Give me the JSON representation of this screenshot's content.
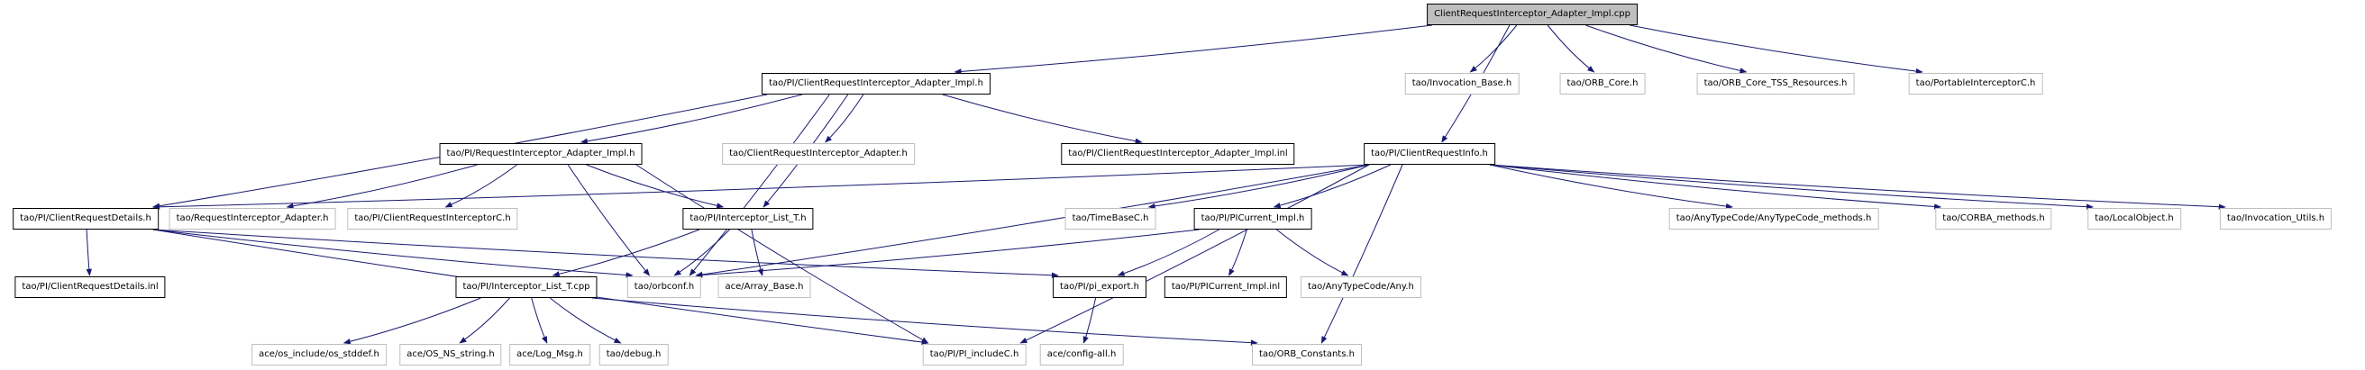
{
  "diagram": {
    "type": "include-dependency-graph",
    "root": "ClientRequestInterceptor_Adapter_Impl.cpp",
    "colors": {
      "edge": "#191970",
      "internal_border": "#000000",
      "external_border": "#bebebe",
      "root_fill": "#bfbfbf",
      "node_fill": "#ffffff",
      "background": "#ffffff"
    }
  },
  "nodes": [
    {
      "id": "n0",
      "label": "ClientRequestInterceptor_Adapter_Impl.cpp",
      "kind": "source-file"
    },
    {
      "id": "n1",
      "label": "tao/PI/ClientRequestInterceptor_Adapter_Impl.h",
      "kind": "internal-header"
    },
    {
      "id": "n2",
      "label": "tao/Invocation_Base.h",
      "kind": "external-header"
    },
    {
      "id": "n3",
      "label": "tao/ORB_Core.h",
      "kind": "external-header"
    },
    {
      "id": "n4",
      "label": "tao/ORB_Core_TSS_Resources.h",
      "kind": "external-header"
    },
    {
      "id": "n5",
      "label": "tao/PortableInterceptorC.h",
      "kind": "external-header"
    },
    {
      "id": "n6",
      "label": "tao/PI/RequestInterceptor_Adapter_Impl.h",
      "kind": "internal-header"
    },
    {
      "id": "n7",
      "label": "tao/ClientRequestInterceptor_Adapter.h",
      "kind": "external-header"
    },
    {
      "id": "n8",
      "label": "tao/PI/ClientRequestInterceptor_Adapter_Impl.inl",
      "kind": "internal-header"
    },
    {
      "id": "n9",
      "label": "tao/PI/ClientRequestInfo.h",
      "kind": "internal-header"
    },
    {
      "id": "n10",
      "label": "tao/PI/ClientRequestDetails.h",
      "kind": "internal-header"
    },
    {
      "id": "n11",
      "label": "tao/RequestInterceptor_Adapter.h",
      "kind": "external-header"
    },
    {
      "id": "n12",
      "label": "tao/PI/ClientRequestInterceptorC.h",
      "kind": "external-header"
    },
    {
      "id": "n13",
      "label": "tao/PI/Interceptor_List_T.h",
      "kind": "internal-header"
    },
    {
      "id": "n14",
      "label": "tao/TimeBaseC.h",
      "kind": "external-header"
    },
    {
      "id": "n15",
      "label": "tao/PI/PICurrent_Impl.h",
      "kind": "internal-header"
    },
    {
      "id": "n16",
      "label": "tao/AnyTypeCode/AnyTypeCode_methods.h",
      "kind": "external-header"
    },
    {
      "id": "n17",
      "label": "tao/CORBA_methods.h",
      "kind": "external-header"
    },
    {
      "id": "n18",
      "label": "tao/LocalObject.h",
      "kind": "external-header"
    },
    {
      "id": "n19",
      "label": "tao/Invocation_Utils.h",
      "kind": "external-header"
    },
    {
      "id": "n20",
      "label": "tao/PI/ClientRequestDetails.inl",
      "kind": "internal-header"
    },
    {
      "id": "n21",
      "label": "tao/PI/Interceptor_List_T.cpp",
      "kind": "internal-header"
    },
    {
      "id": "n22",
      "label": "tao/orbconf.h",
      "kind": "external-header"
    },
    {
      "id": "n23",
      "label": "ace/Array_Base.h",
      "kind": "external-header"
    },
    {
      "id": "n24",
      "label": "tao/PI/pi_export.h",
      "kind": "internal-header"
    },
    {
      "id": "n25",
      "label": "tao/PI/PICurrent_Impl.inl",
      "kind": "internal-header"
    },
    {
      "id": "n26",
      "label": "tao/AnyTypeCode/Any.h",
      "kind": "external-header"
    },
    {
      "id": "n27",
      "label": "ace/os_include/os_stddef.h",
      "kind": "external-header"
    },
    {
      "id": "n28",
      "label": "ace/OS_NS_string.h",
      "kind": "external-header"
    },
    {
      "id": "n29",
      "label": "ace/Log_Msg.h",
      "kind": "external-header"
    },
    {
      "id": "n30",
      "label": "tao/debug.h",
      "kind": "external-header"
    },
    {
      "id": "n31",
      "label": "tao/PI/PI_includeC.h",
      "kind": "external-header"
    },
    {
      "id": "n32",
      "label": "ace/config-all.h",
      "kind": "external-header"
    },
    {
      "id": "n33",
      "label": "tao/ORB_Constants.h",
      "kind": "external-header"
    }
  ],
  "edges": [
    [
      "n0",
      "n1"
    ],
    [
      "n0",
      "n9"
    ],
    [
      "n0",
      "n2"
    ],
    [
      "n0",
      "n3"
    ],
    [
      "n0",
      "n4"
    ],
    [
      "n0",
      "n5"
    ],
    [
      "n1",
      "n6"
    ],
    [
      "n1",
      "n7"
    ],
    [
      "n1",
      "n8"
    ],
    [
      "n1",
      "n13"
    ],
    [
      "n1",
      "n10"
    ],
    [
      "n1",
      "n22"
    ],
    [
      "n6",
      "n11"
    ],
    [
      "n6",
      "n12"
    ],
    [
      "n6",
      "n13"
    ],
    [
      "n6",
      "n22"
    ],
    [
      "n6",
      "n31"
    ],
    [
      "n10",
      "n20"
    ],
    [
      "n10",
      "n22"
    ],
    [
      "n10",
      "n31"
    ],
    [
      "n10",
      "n24"
    ],
    [
      "n13",
      "n21"
    ],
    [
      "n13",
      "n22"
    ],
    [
      "n13",
      "n23"
    ],
    [
      "n21",
      "n27"
    ],
    [
      "n21",
      "n28"
    ],
    [
      "n21",
      "n29"
    ],
    [
      "n21",
      "n30"
    ],
    [
      "n21",
      "n33"
    ],
    [
      "n9",
      "n10"
    ],
    [
      "n9",
      "n14"
    ],
    [
      "n9",
      "n15"
    ],
    [
      "n9",
      "n16"
    ],
    [
      "n9",
      "n17"
    ],
    [
      "n9",
      "n18"
    ],
    [
      "n9",
      "n19"
    ],
    [
      "n9",
      "n22"
    ],
    [
      "n9",
      "n33"
    ],
    [
      "n9",
      "n31"
    ],
    [
      "n15",
      "n24"
    ],
    [
      "n15",
      "n25"
    ],
    [
      "n15",
      "n26"
    ],
    [
      "n15",
      "n22"
    ],
    [
      "n24",
      "n32"
    ]
  ]
}
